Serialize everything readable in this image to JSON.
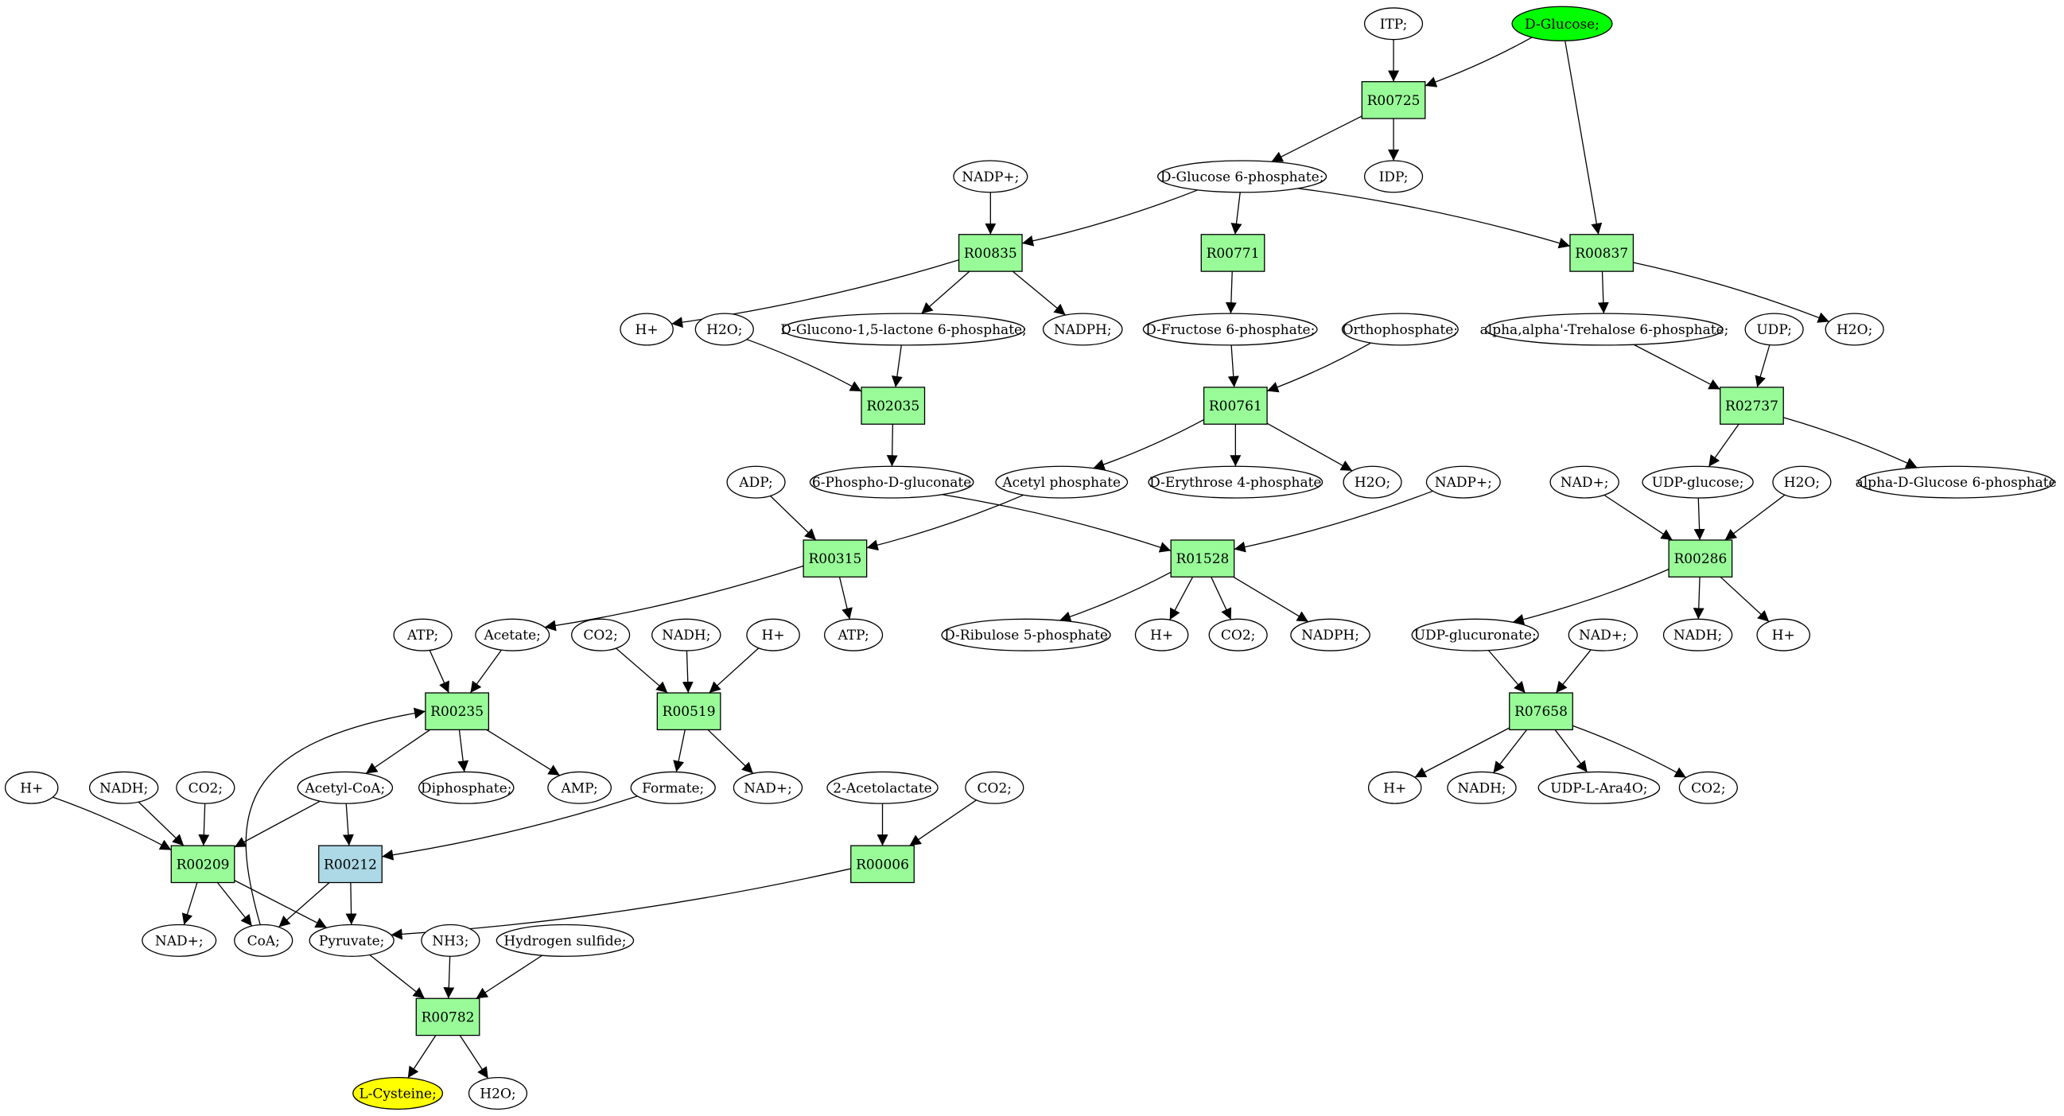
{
  "colors": {
    "reaction": "#98fb98",
    "reaction_alt": "#add8e6",
    "source": "#00ff00",
    "target": "#ffff00",
    "compound": "#ffffff",
    "stroke": "#000000"
  },
  "nodes": {
    "itp": {
      "label": "ITP;",
      "kind": "compound"
    },
    "dglucose": {
      "label": "D-Glucose;",
      "kind": "source"
    },
    "r00725": {
      "label": "R00725",
      "kind": "reaction"
    },
    "dg6p": {
      "label": "D-Glucose 6-phosphate;",
      "kind": "compound"
    },
    "idp": {
      "label": "IDP;",
      "kind": "compound"
    },
    "nadp1": {
      "label": "NADP+;",
      "kind": "compound"
    },
    "r00835": {
      "label": "R00835",
      "kind": "reaction"
    },
    "r00771": {
      "label": "R00771",
      "kind": "reaction"
    },
    "r00837": {
      "label": "R00837",
      "kind": "reaction"
    },
    "hplus1": {
      "label": "H+",
      "kind": "compound"
    },
    "h2o1": {
      "label": "H2O;",
      "kind": "compound"
    },
    "dglucono": {
      "label": "D-Glucono-1,5-lactone 6-phosphate;",
      "kind": "compound"
    },
    "nadph1": {
      "label": "NADPH;",
      "kind": "compound"
    },
    "df6p": {
      "label": "D-Fructose 6-phosphate;",
      "kind": "compound"
    },
    "ortho": {
      "label": "Orthophosphate;",
      "kind": "compound"
    },
    "trehalose6p": {
      "label": "alpha,alpha'-Trehalose 6-phosphate;",
      "kind": "compound"
    },
    "udp": {
      "label": "UDP;",
      "kind": "compound"
    },
    "h2o2": {
      "label": "H2O;",
      "kind": "compound"
    },
    "r02035": {
      "label": "R02035",
      "kind": "reaction"
    },
    "r00761": {
      "label": "R00761",
      "kind": "reaction"
    },
    "r02737": {
      "label": "R02737",
      "kind": "reaction"
    },
    "adp": {
      "label": "ADP;",
      "kind": "compound"
    },
    "pgluconate": {
      "label": "6-Phospho-D-gluconate",
      "kind": "compound"
    },
    "acetylp": {
      "label": "Acetyl phosphate",
      "kind": "compound"
    },
    "de4p": {
      "label": "D-Erythrose 4-phosphate",
      "kind": "compound"
    },
    "h2o3": {
      "label": "H2O;",
      "kind": "compound"
    },
    "nadp2": {
      "label": "NADP+;",
      "kind": "compound"
    },
    "nad1": {
      "label": "NAD+;",
      "kind": "compound"
    },
    "udpglucose": {
      "label": "UDP-glucose;",
      "kind": "compound"
    },
    "h2o4": {
      "label": "H2O;",
      "kind": "compound"
    },
    "adg6p": {
      "label": "alpha-D-Glucose 6-phosphate",
      "kind": "compound"
    },
    "r00315": {
      "label": "R00315",
      "kind": "reaction"
    },
    "r01528": {
      "label": "R01528",
      "kind": "reaction"
    },
    "r00286": {
      "label": "R00286",
      "kind": "reaction"
    },
    "atp1": {
      "label": "ATP;",
      "kind": "compound"
    },
    "acetate": {
      "label": "Acetate;",
      "kind": "compound"
    },
    "co2a": {
      "label": "CO2;",
      "kind": "compound"
    },
    "nadh1": {
      "label": "NADH;",
      "kind": "compound"
    },
    "hplus2": {
      "label": "H+",
      "kind": "compound"
    },
    "atp2": {
      "label": "ATP;",
      "kind": "compound"
    },
    "dr5p": {
      "label": "D-Ribulose 5-phosphate",
      "kind": "compound"
    },
    "hplus3": {
      "label": "H+",
      "kind": "compound"
    },
    "co2b": {
      "label": "CO2;",
      "kind": "compound"
    },
    "nadph2": {
      "label": "NADPH;",
      "kind": "compound"
    },
    "udpglucuronate": {
      "label": "UDP-glucuronate;",
      "kind": "compound"
    },
    "nad2": {
      "label": "NAD+;",
      "kind": "compound"
    },
    "nadh2": {
      "label": "NADH;",
      "kind": "compound"
    },
    "hplus4": {
      "label": "H+",
      "kind": "compound"
    },
    "r00235": {
      "label": "R00235",
      "kind": "reaction"
    },
    "r00519": {
      "label": "R00519",
      "kind": "reaction"
    },
    "r07658": {
      "label": "R07658",
      "kind": "reaction"
    },
    "hplus5": {
      "label": "H+",
      "kind": "compound"
    },
    "nadh3": {
      "label": "NADH;",
      "kind": "compound"
    },
    "co2c": {
      "label": "CO2;",
      "kind": "compound"
    },
    "acetylcoa": {
      "label": "Acetyl-CoA;",
      "kind": "compound"
    },
    "diphosphate": {
      "label": "Diphosphate;",
      "kind": "compound"
    },
    "amp": {
      "label": "AMP;",
      "kind": "compound"
    },
    "formate": {
      "label": "Formate;",
      "kind": "compound"
    },
    "nad3": {
      "label": "NAD+;",
      "kind": "compound"
    },
    "acetolactate": {
      "label": "2-Acetolactate",
      "kind": "compound"
    },
    "co2d": {
      "label": "CO2;",
      "kind": "compound"
    },
    "hplus6": {
      "label": "H+",
      "kind": "compound"
    },
    "nadh4": {
      "label": "NADH;",
      "kind": "compound"
    },
    "udparа": {
      "label": "UDP-L-Ara4O;",
      "kind": "compound"
    },
    "co2e": {
      "label": "CO2;",
      "kind": "compound"
    },
    "r00209": {
      "label": "R00209",
      "kind": "reaction"
    },
    "r00212": {
      "label": "R00212",
      "kind": "reaction_alt"
    },
    "r00006": {
      "label": "R00006",
      "kind": "reaction"
    },
    "nad4": {
      "label": "NAD+;",
      "kind": "compound"
    },
    "coa": {
      "label": "CoA;",
      "kind": "compound"
    },
    "pyruvate": {
      "label": "Pyruvate;",
      "kind": "compound"
    },
    "nh3": {
      "label": "NH3;",
      "kind": "compound"
    },
    "h2s": {
      "label": "Hydrogen sulfide;",
      "kind": "compound"
    },
    "r00782": {
      "label": "R00782",
      "kind": "reaction"
    },
    "lcysteine": {
      "label": "L-Cysteine;",
      "kind": "target"
    },
    "h2o5": {
      "label": "H2O;",
      "kind": "compound"
    }
  },
  "edges": [
    [
      "itp",
      "r00725"
    ],
    [
      "dglucose",
      "r00725"
    ],
    [
      "dglucose",
      "r00837"
    ],
    [
      "r00725",
      "dg6p"
    ],
    [
      "r00725",
      "idp"
    ],
    [
      "nadp1",
      "r00835"
    ],
    [
      "dg6p",
      "r00835"
    ],
    [
      "dg6p",
      "r00771"
    ],
    [
      "dg6p",
      "r00837"
    ],
    [
      "r00835",
      "hplus1"
    ],
    [
      "r00835",
      "dglucono"
    ],
    [
      "r00835",
      "nadph1"
    ],
    [
      "r00771",
      "df6p"
    ],
    [
      "r00837",
      "trehalose6p"
    ],
    [
      "r00837",
      "h2o2"
    ],
    [
      "h2o1",
      "r02035"
    ],
    [
      "dglucono",
      "r02035"
    ],
    [
      "r02035",
      "pgluconate"
    ],
    [
      "df6p",
      "r00761"
    ],
    [
      "ortho",
      "r00761"
    ],
    [
      "r00761",
      "acetylp"
    ],
    [
      "r00761",
      "de4p"
    ],
    [
      "r00761",
      "h2o3"
    ],
    [
      "trehalose6p",
      "r02737"
    ],
    [
      "udp",
      "r02737"
    ],
    [
      "r02737",
      "udpglucose"
    ],
    [
      "r02737",
      "adg6p"
    ],
    [
      "adp",
      "r00315"
    ],
    [
      "acetylp",
      "r00315"
    ],
    [
      "pgluconate",
      "r01528"
    ],
    [
      "nadp2",
      "r01528"
    ],
    [
      "nad1",
      "r00286"
    ],
    [
      "udpglucose",
      "r00286"
    ],
    [
      "h2o4",
      "r00286"
    ],
    [
      "r00315",
      "acetate"
    ],
    [
      "r00315",
      "atp2"
    ],
    [
      "r01528",
      "dr5p"
    ],
    [
      "r01528",
      "hplus3"
    ],
    [
      "r01528",
      "co2b"
    ],
    [
      "r01528",
      "nadph2"
    ],
    [
      "r00286",
      "udpglucuronate"
    ],
    [
      "r00286",
      "nadh2"
    ],
    [
      "r00286",
      "hplus4"
    ],
    [
      "atp1",
      "r00235"
    ],
    [
      "acetate",
      "r00235"
    ],
    [
      "coa",
      "r00235"
    ],
    [
      "co2a",
      "r00519"
    ],
    [
      "nadh1",
      "r00519"
    ],
    [
      "hplus2",
      "r00519"
    ],
    [
      "udpglucuronate",
      "r07658"
    ],
    [
      "nad2",
      "r07658"
    ],
    [
      "r00235",
      "acetylcoa"
    ],
    [
      "r00235",
      "diphosphate"
    ],
    [
      "r00235",
      "amp"
    ],
    [
      "r00519",
      "formate"
    ],
    [
      "r00519",
      "nad3"
    ],
    [
      "r07658",
      "hplus6"
    ],
    [
      "r07658",
      "nadh4"
    ],
    [
      "r07658",
      "udparа"
    ],
    [
      "r07658",
      "co2e"
    ],
    [
      "hplus5",
      "r00209"
    ],
    [
      "nadh3",
      "r00209"
    ],
    [
      "co2c",
      "r00209"
    ],
    [
      "acetylcoa",
      "r00209"
    ],
    [
      "acetylcoa",
      "r00212"
    ],
    [
      "formate",
      "r00212"
    ],
    [
      "acetolactate",
      "r00006"
    ],
    [
      "co2d",
      "r00006"
    ],
    [
      "r00209",
      "nad4"
    ],
    [
      "r00209",
      "coa"
    ],
    [
      "r00209",
      "pyruvate"
    ],
    [
      "r00212",
      "coa"
    ],
    [
      "r00212",
      "pyruvate"
    ],
    [
      "r00006",
      "pyruvate"
    ],
    [
      "pyruvate",
      "r00782"
    ],
    [
      "nh3",
      "r00782"
    ],
    [
      "h2s",
      "r00782"
    ],
    [
      "r00782",
      "lcysteine"
    ],
    [
      "r00782",
      "h2o5"
    ]
  ]
}
